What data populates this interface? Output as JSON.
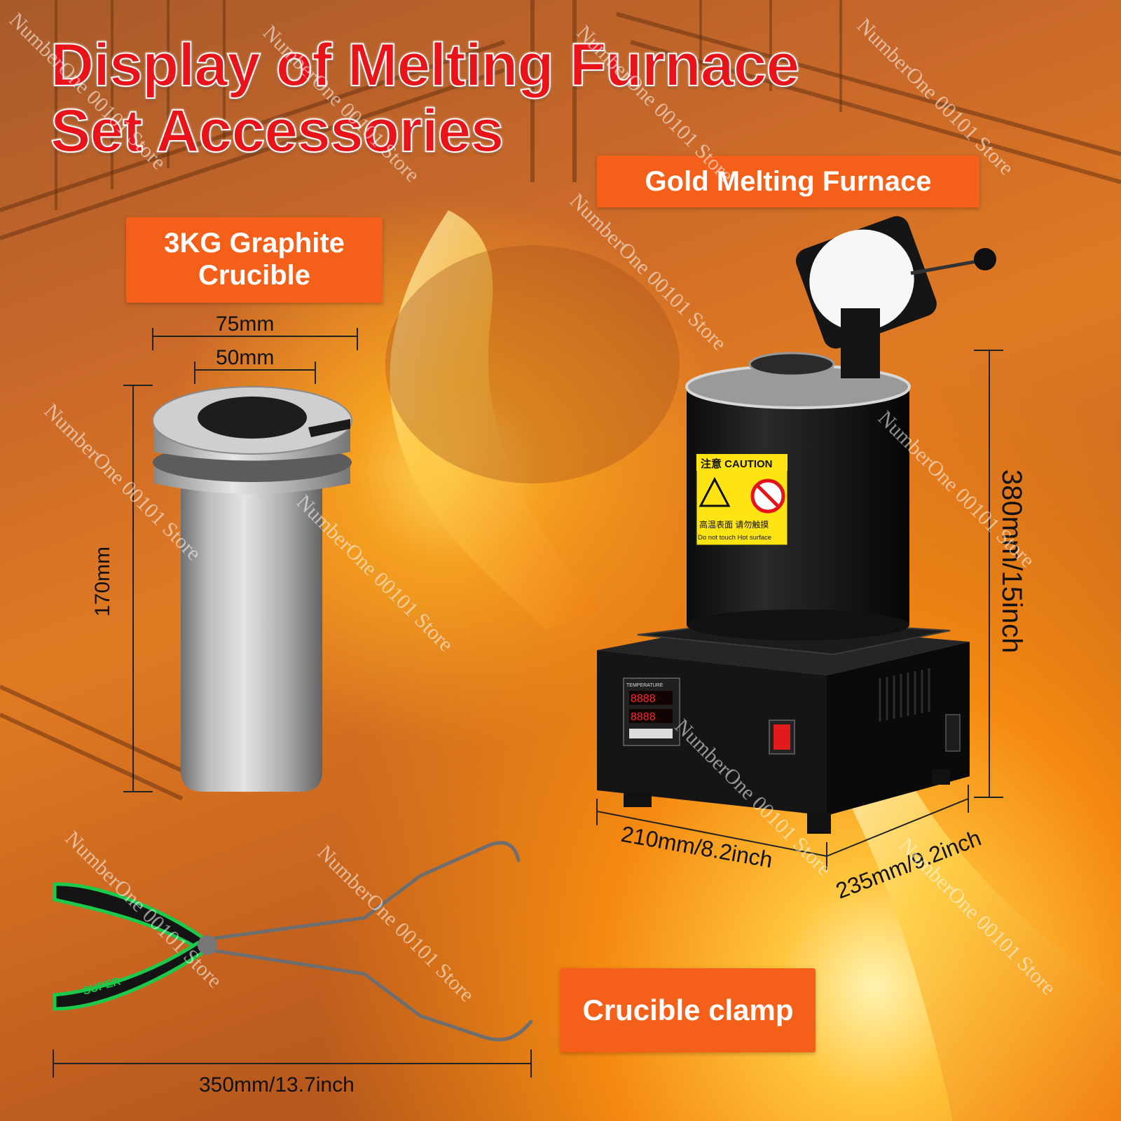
{
  "title": {
    "line1": "Display of Melting Furnace",
    "line2": "Set Accessories"
  },
  "labels": {
    "furnace": "Gold Melting Furnace",
    "crucible_line1": "3KG Graphite",
    "crucible_line2": "Crucible",
    "clamp": "Crucible clamp"
  },
  "dimensions": {
    "crucible_outer": "75mm",
    "crucible_inner": "50mm",
    "crucible_height": "170mm",
    "furnace_height": "380mm/15inch",
    "furnace_width": "210mm/8.2inch",
    "furnace_depth": "235mm/9.2inch",
    "clamp_length": "350mm/13.7inch"
  },
  "furnace_sticker": {
    "header": "注意 CAUTION",
    "text_cn": "高温表面   请勿触摸",
    "text_en": "Do not touch Hot surface"
  },
  "controller": {
    "label": "TEMPERATURE",
    "digits": "8888"
  },
  "clamp_handle_text": "SUPER",
  "watermark": "NumberOne 00101 Store"
}
